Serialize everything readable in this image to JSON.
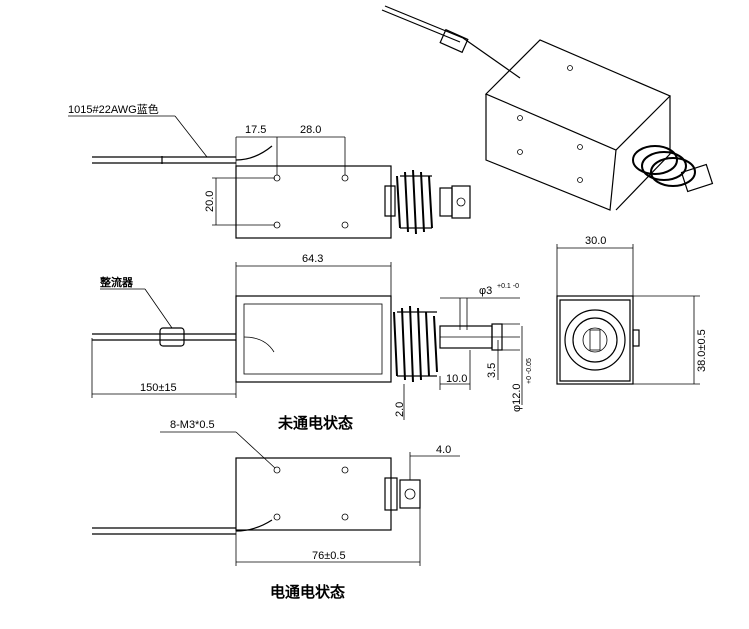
{
  "labels": {
    "wire_spec": "1015#22AWG蓝色",
    "rectifier": "整流器",
    "m3_holes": "8-M3*0.5",
    "state_off": "未通电状态",
    "state_on": "电通电状态"
  },
  "dimensions": {
    "d_17_5": "17.5",
    "d_28": "28.0",
    "d_20": "20.0",
    "d_64_3": "64.3",
    "d_150": "150±15",
    "d_phi3": "φ3",
    "d_phi3_tol": "+0.1 -0",
    "d_10": "10.0",
    "d_3_5": "3.5",
    "d_phi12": "φ12.0",
    "d_phi12_tol": "+0 -0.05",
    "d_2": "2.0",
    "d_30": "30.0",
    "d_38": "38.0±0.5",
    "d_4": "4.0",
    "d_76": "76±0.5"
  }
}
